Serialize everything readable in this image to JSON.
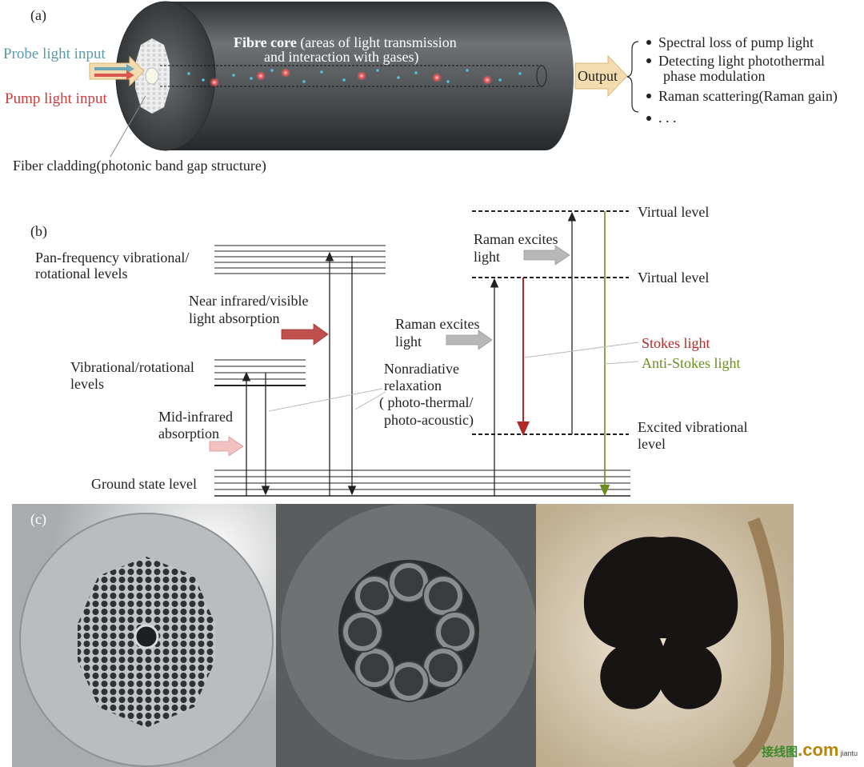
{
  "panel_a": {
    "label": "(a)",
    "core_title_bold": "Fibre core",
    "core_title_rest": " (areas of light transmission",
    "core_title_line2": "and interaction with gases)",
    "probe_input": "Probe light input",
    "pump_input": "Pump light input",
    "cladding_label": "Fiber cladding(photonic band gap structure)",
    "output_label": "Output",
    "outputs": [
      "Spectral loss of pump light",
      "Detecting light photothermal",
      "phase modulation",
      "Raman scattering(Raman gain)",
      ". . ."
    ],
    "colors": {
      "probe": "#5b9aa8",
      "pump": "#d23a3a",
      "tube": "#4a4d50",
      "output_arrow": "#f3dcb0"
    }
  },
  "panel_b": {
    "label": "(b)",
    "pan_levels": [
      "Pan-frequency vibrational/",
      "rotational levels"
    ],
    "nir": [
      "Near infrared/visible",
      "light absorption"
    ],
    "vib_levels": [
      "Vibrational/rotational",
      "levels"
    ],
    "mid_ir": [
      "Mid-infrared",
      "absorption"
    ],
    "ground": "Ground state level",
    "nonrad": [
      "Nonradiative",
      "relaxation",
      "( photo-thermal/",
      "photo-acoustic)"
    ],
    "raman_left": [
      "Raman excites",
      "light"
    ],
    "raman_right": [
      "Raman excites",
      "light"
    ],
    "virtual_top": "Virtual level",
    "virtual_mid": "Virtual level",
    "stokes": "Stokes light",
    "anti_stokes": "Anti-Stokes light",
    "excited": [
      "Excited vibrational",
      "level"
    ],
    "colors": {
      "stokes": "#b02a2a",
      "anti_stokes": "#6b8e23",
      "nir_arrow": "#c0504d",
      "mid_arrow": "#f2c2c2"
    }
  },
  "panel_c": {
    "label": "(c)",
    "watermark": "接线图",
    "watermark_dot": ".com",
    "watermark_small": "jiantu"
  }
}
